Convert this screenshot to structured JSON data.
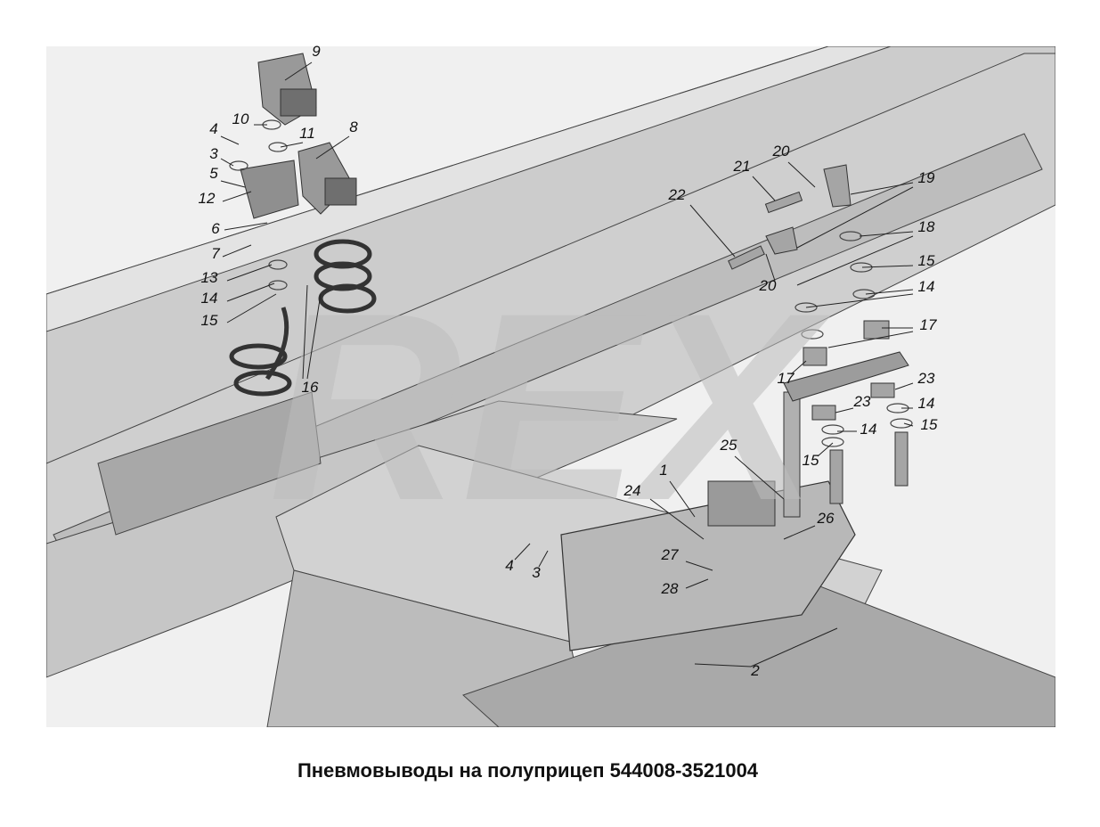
{
  "caption": "Пневмовыводы на полуприцеп 544008-3521004",
  "watermark_text": "REX",
  "colors": {
    "frame_fill": "#cccccc",
    "frame_dark": "#a3a3a3",
    "frame_light": "#e3e3e3",
    "stroke": "#444444",
    "leader": "#222222",
    "watermark": "#bdbdbd"
  },
  "callouts": [
    "9",
    "10",
    "11",
    "8",
    "4",
    "3",
    "5",
    "12",
    "6",
    "7",
    "13",
    "14",
    "15",
    "16",
    "20",
    "21",
    "19",
    "22",
    "18",
    "20",
    "15",
    "14",
    "17",
    "17",
    "23",
    "23",
    "14",
    "15",
    "14",
    "15",
    "25",
    "1",
    "24",
    "26",
    "4",
    "3",
    "27",
    "28",
    "2"
  ]
}
